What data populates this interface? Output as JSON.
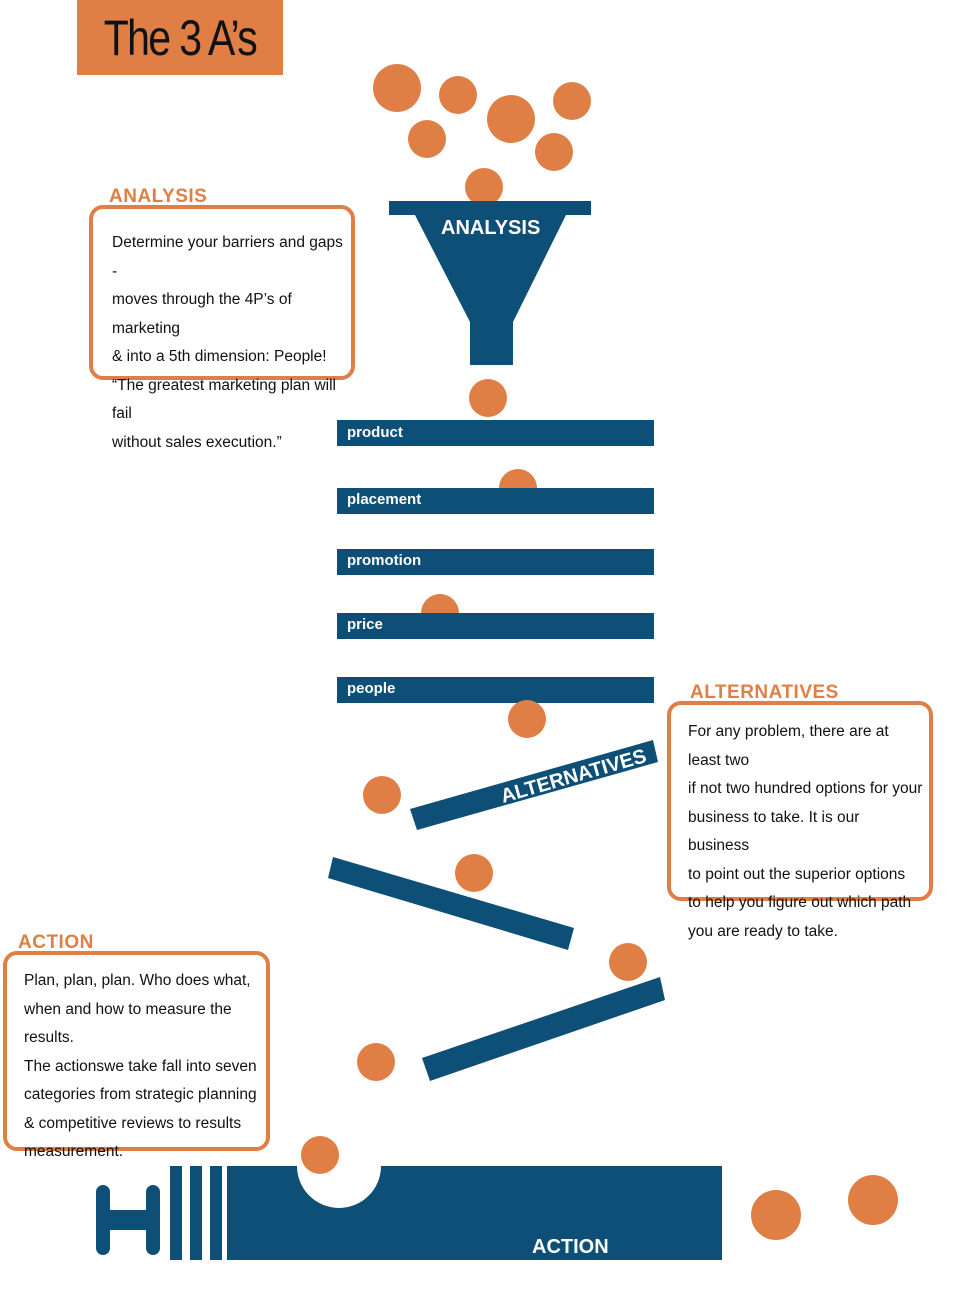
{
  "title": "The 3 A’s",
  "colors": {
    "orange": "#e07f45",
    "navy": "#0d4f77"
  },
  "analysis": {
    "heading": "ANALYSIS",
    "funnel_label": "ANALYSIS",
    "lines": [
      "Determine your barriers and gaps -",
      "moves through the 4P’s of marketing",
      "& into a 5th dimension: People!",
      "“The greatest marketing plan will fail",
      "without sales execution.”"
    ]
  },
  "bars": [
    "product",
    "placement",
    "promotion",
    "price",
    "people"
  ],
  "alternatives": {
    "heading": "ALTERNATIVES",
    "ramp_label": "ALTERNATIVES",
    "lines": [
      "For any problem, there are at least two",
      "if not two hundred options for your",
      "business to take. It is our business",
      "to point out the superior options",
      "to help you figure out which path",
      "you are ready to take."
    ]
  },
  "action": {
    "heading": "ACTION",
    "base_label": "ACTION",
    "lines": [
      "Plan, plan, plan. Who does what,",
      "when and how to measure the results.",
      "The actionswe take fall into seven",
      "categories from strategic planning",
      "& competitive reviews to results",
      "measurement."
    ]
  }
}
